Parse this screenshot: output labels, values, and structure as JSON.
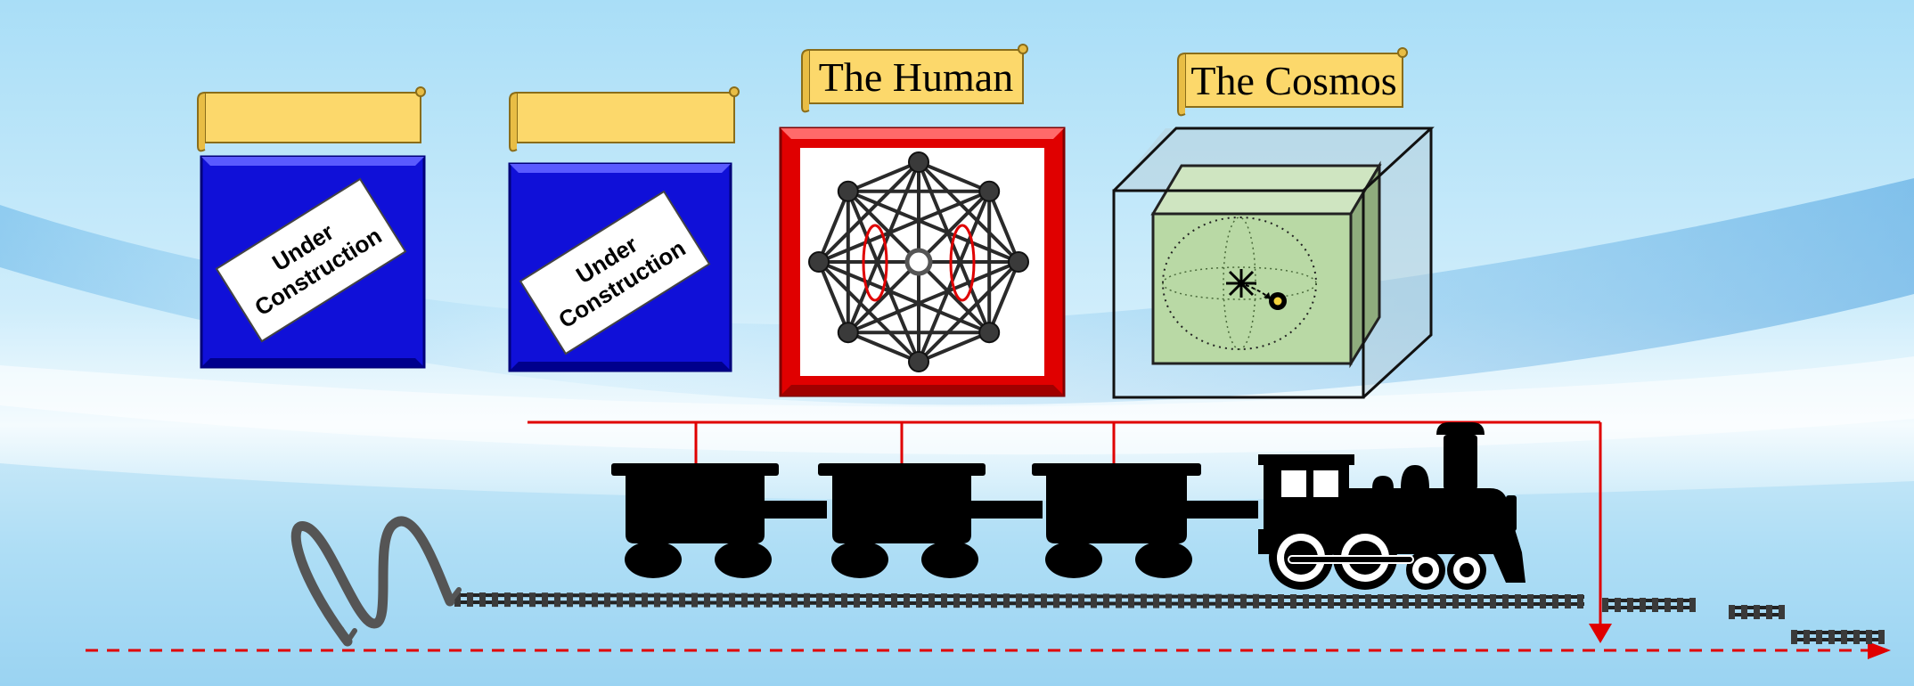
{
  "panels": [
    {
      "id": "panel-1",
      "scroll_label": "",
      "sign_line1": "Under",
      "sign_line2": "Construction"
    },
    {
      "id": "panel-2",
      "scroll_label": "",
      "sign_line1": "Under",
      "sign_line2": "Construction"
    },
    {
      "id": "panel-3",
      "scroll_label": "The Human"
    },
    {
      "id": "panel-4",
      "scroll_label": "The Cosmos"
    }
  ],
  "colors": {
    "sky_top": "#a8dcf6",
    "sky_mid": "#e7f6fd",
    "sky_bottom": "#7ec5ee",
    "scroll": "#fcd86b",
    "panel_blue": "#1010d8",
    "panel_red": "#e00000",
    "cube_green": "#b9d9a5",
    "train": "#000000",
    "connector": "#e00000",
    "time_arrow": "#e00000"
  },
  "icons": [
    "spring-icon",
    "steam-locomotive-icon",
    "network-graph-icon",
    "cosmos-cube-icon",
    "railroad-track-icon"
  ]
}
